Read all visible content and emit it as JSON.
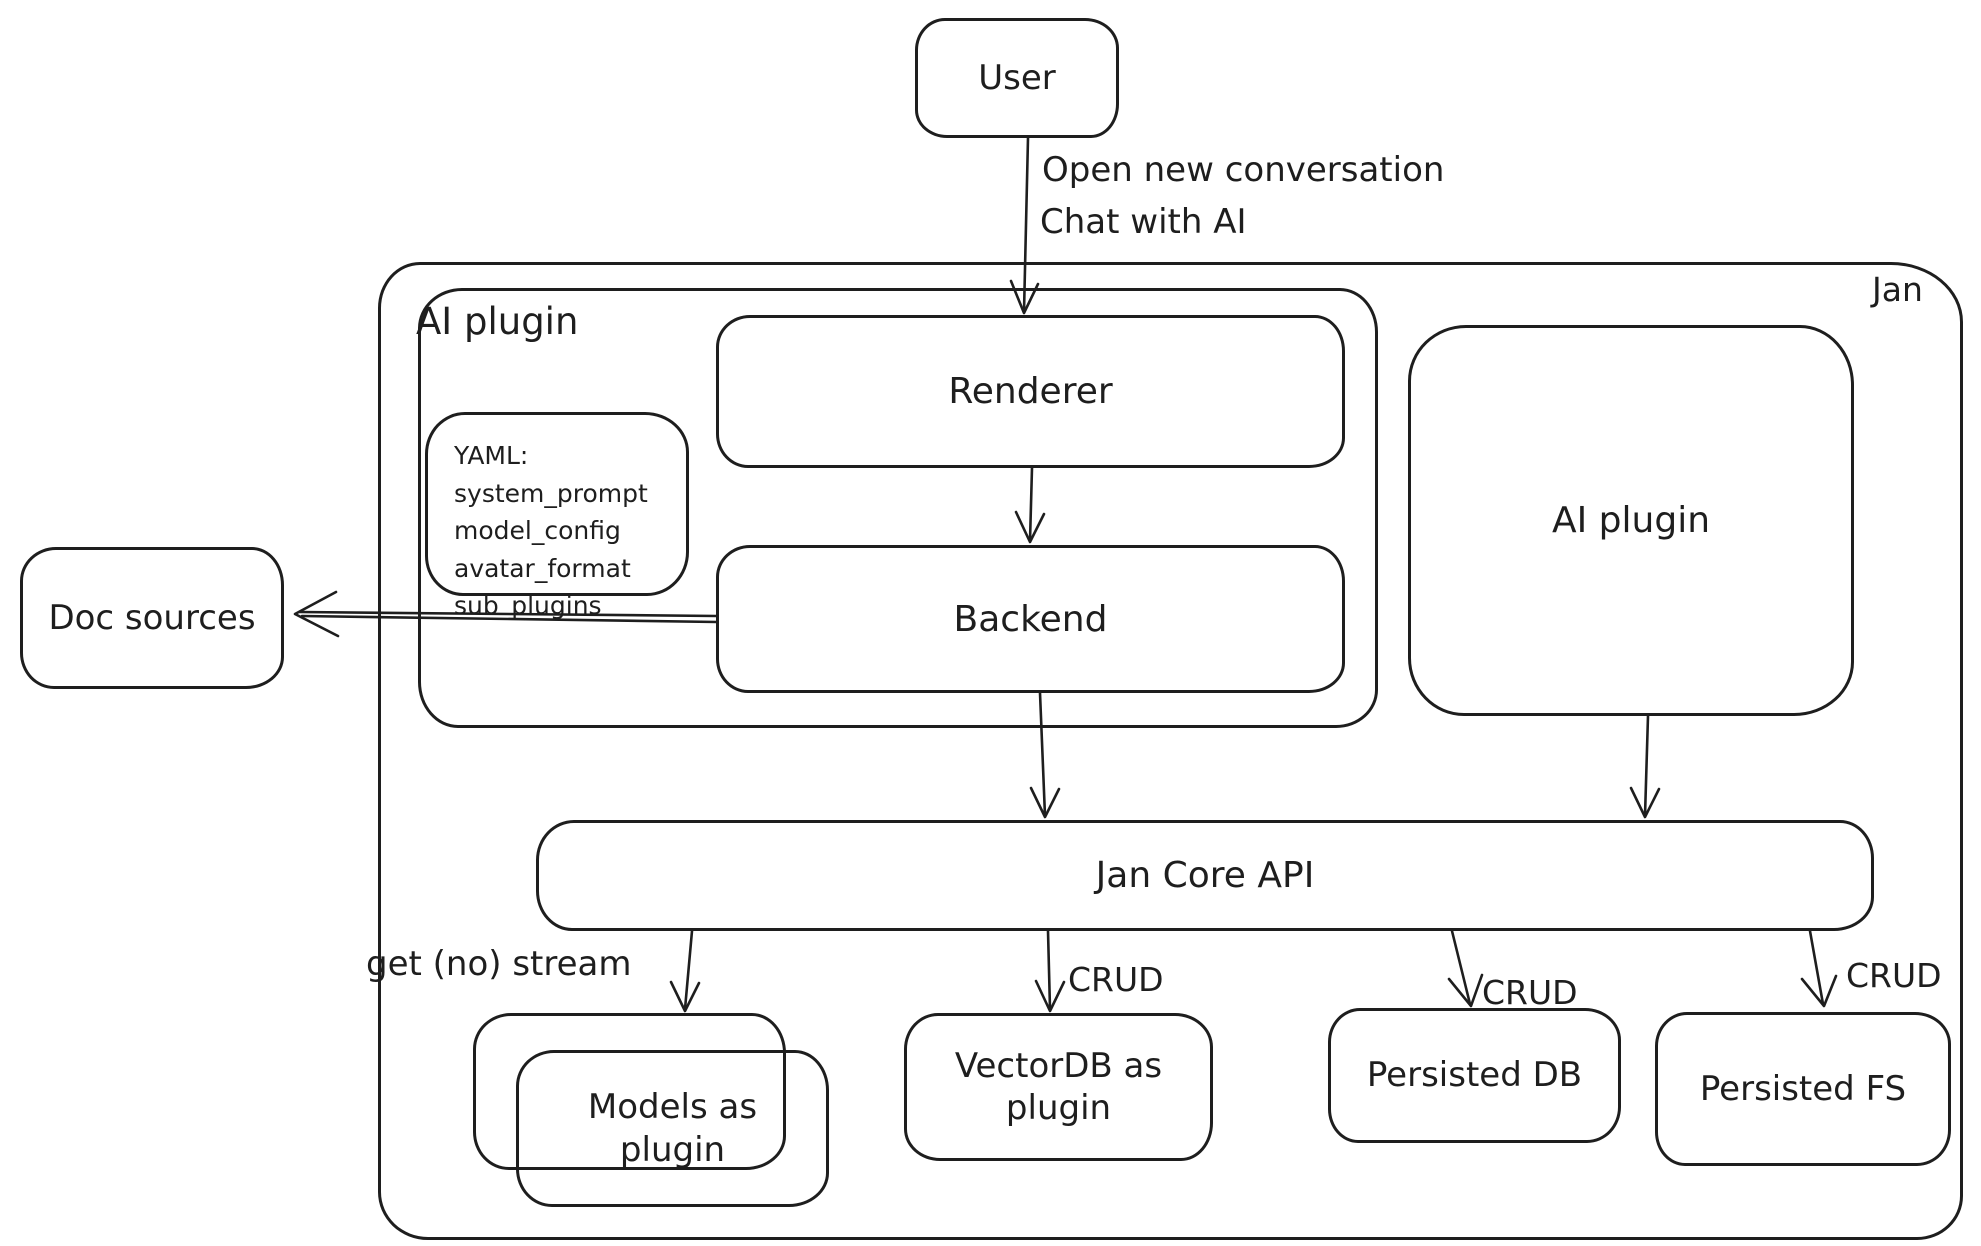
{
  "diagram": {
    "background": "#ffffff",
    "stroke_color": "#1e1e1e"
  },
  "nodes": {
    "user": {
      "label": "User"
    },
    "jan_container": {
      "label": "Jan"
    },
    "ai_plugin_left": {
      "label": "AI plugin"
    },
    "yaml": {
      "lines": [
        "YAML:",
        "system_prompt",
        "model_config",
        "avatar_format",
        "sub_plugins"
      ]
    },
    "renderer": {
      "label": "Renderer"
    },
    "backend": {
      "label": "Backend"
    },
    "doc_sources": {
      "label": "Doc sources"
    },
    "ai_plugin_right": {
      "label": "AI plugin"
    },
    "jan_core_api": {
      "label": "Jan Core API"
    },
    "models_as_plugin": {
      "label": "Models as plugin"
    },
    "vectordb_as_plugin": {
      "label": "VectorDB as plugin"
    },
    "persisted_db": {
      "label": "Persisted DB"
    },
    "persisted_fs": {
      "label": "Persisted FS"
    }
  },
  "edges": {
    "user_to_renderer": {
      "label_line1": "Open new conversation",
      "label_line2": "Chat with AI"
    },
    "api_to_models": {
      "label": "get (no) stream"
    },
    "api_to_vectordb": {
      "label": "CRUD"
    },
    "api_to_persisted_db": {
      "label": "CRUD"
    },
    "api_to_persisted_fs": {
      "label": "CRUD"
    }
  }
}
